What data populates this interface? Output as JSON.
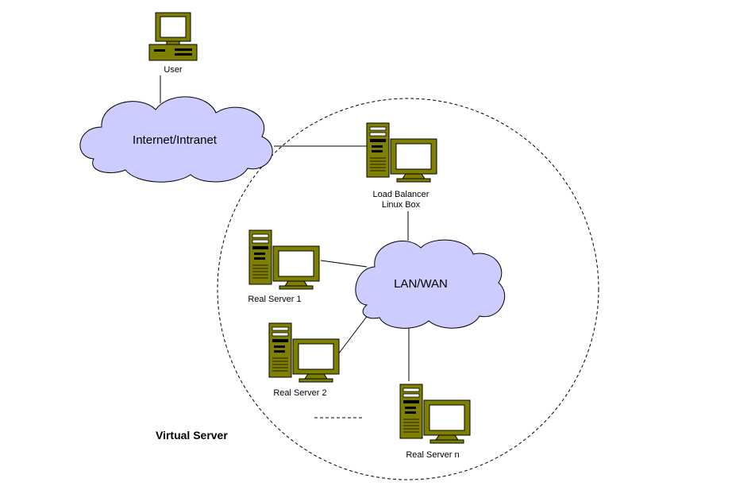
{
  "labels": {
    "user": "User",
    "internet_cloud": "Internet/Intranet",
    "lan_cloud": "LAN/WAN",
    "load_balancer_line1": "Load Balancer",
    "load_balancer_line2": "Linux Box",
    "real_server_1": "Real Server 1",
    "real_server_2": "Real Server 2",
    "real_server_n": "Real Server n",
    "virtual_server": "Virtual Server"
  },
  "colors": {
    "device_fill": "#808000",
    "screen_fill": "#ffffff",
    "cloud_fill": "#ccccff",
    "line": "#000000"
  }
}
